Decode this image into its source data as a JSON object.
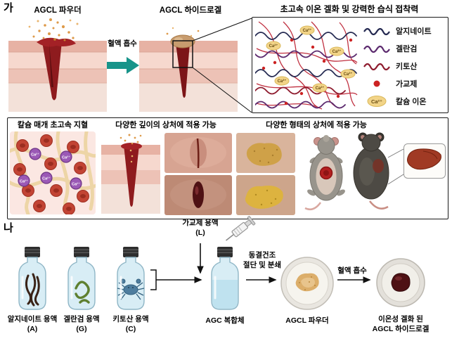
{
  "symbols": {
    "ca": "Ca²⁺"
  },
  "colors": {
    "teal_arrow": "#17948a",
    "alginate_line": "#232850",
    "gellan_line": "#5c2a6e",
    "chitosan_line": "#8e1b2e",
    "crosslinker_dot": "#cc2222",
    "calcium_ellipse": "#f2d488",
    "wound_red": "#8e1b1e",
    "hydrogel_tan": "#c89c6e"
  },
  "panel_a": {
    "label": "가",
    "powder_title": "AGCL 파우더",
    "blood_arrow_label": "혈액 흡수",
    "hydrogel_title": "AGCL 하이드로겔",
    "gelation_box": {
      "title": "초고속 이온 겔화 및 강력한 습식 접착력",
      "legend": [
        {
          "name": "알지네이트"
        },
        {
          "name": "겔란검"
        },
        {
          "name": "키토산"
        },
        {
          "name": "가교제"
        },
        {
          "name": "칼슘 이온"
        }
      ]
    }
  },
  "panel_mid": {
    "hemostasis_title": "칼슘 매개 초고속 지혈",
    "depth_title": "다양한 깊이의 상처에 적용 가능",
    "shape_title": "다양한 형태의 상처에 적용 가능"
  },
  "panel_b": {
    "label": "나",
    "vials": [
      {
        "name": "알지네이트 용액",
        "code": "(A)"
      },
      {
        "name": "겔란검 용액",
        "code": "(G)"
      },
      {
        "name": "키토산 용액",
        "code": "(C)"
      }
    ],
    "crosslinker": {
      "name": "가교제 용액",
      "code": "(L)"
    },
    "agc_label": "AGC 복합체",
    "freeze_arrow_line1": "동결건조",
    "freeze_arrow_line2": "절단 및 분쇄",
    "powder_label": "AGCL 파우더",
    "blood_arrow_label": "혈액 흡수",
    "hydrogel_label_line1": "이온성 겔화 된",
    "hydrogel_label_line2": "AGCL 하이드로겔"
  }
}
